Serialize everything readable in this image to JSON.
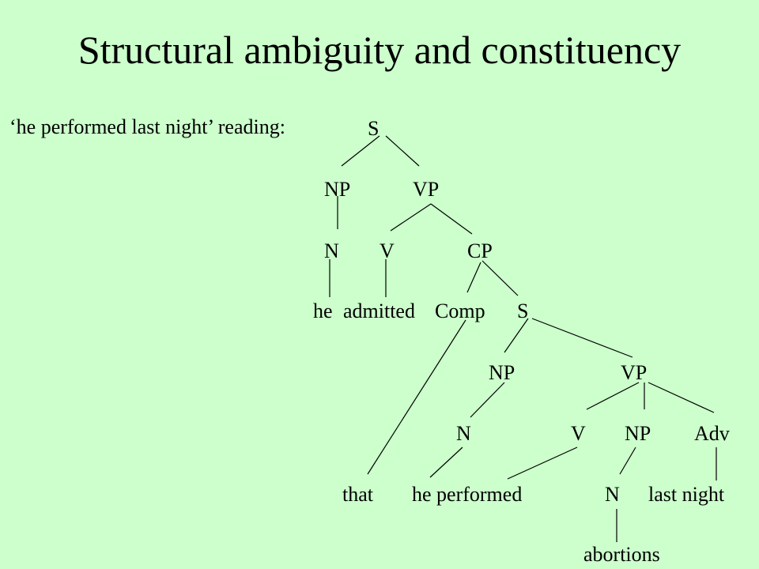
{
  "slide": {
    "title": "Structural ambiguity and constituency",
    "reading_label": "‘he performed last night’ reading:"
  },
  "tree": {
    "labels": {
      "s_top": "S",
      "np1": "NP",
      "vp1": "VP",
      "n1": "N",
      "v1": "V",
      "cp": "CP",
      "he1": "he",
      "admitted": "admitted",
      "comp": "Comp",
      "s2": "S",
      "np2": "NP",
      "vp2": "VP",
      "n2": "N",
      "v2": "V",
      "np3": "NP",
      "adv": "Adv",
      "that": "that",
      "he_performed": "he performed",
      "n3": "N",
      "last_night": "last night",
      "abortions": "abortions"
    }
  }
}
